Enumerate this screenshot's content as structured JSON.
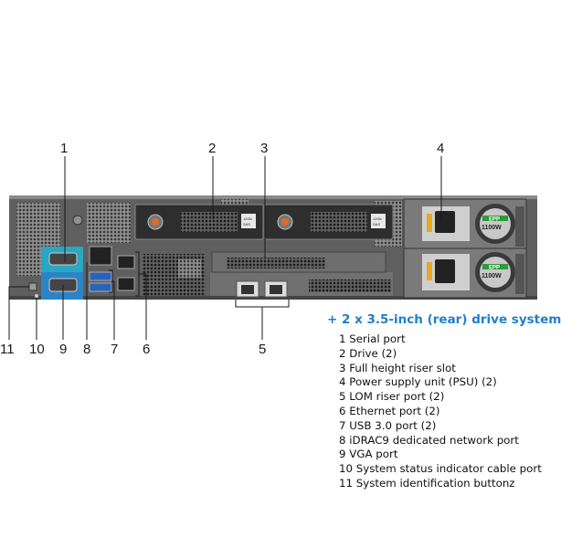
{
  "callouts": [
    "1",
    "2",
    "3",
    "4",
    "5",
    "6",
    "7",
    "8",
    "9",
    "10",
    "11"
  ],
  "heading": "+ 2 x 3.5-inch (rear) drive system",
  "legend": [
    "1 Serial port",
    "2 Drive (2)",
    "3 Full height riser slot",
    "4 Power supply unit (PSU) (2)",
    "5 LOM riser port (2)",
    "6 Ethernet port (2)",
    "7 USB 3.0 port (2)",
    "8 iDRAC9 dedicated network port",
    "9 VGA port",
    "10 System status indicator cable port",
    "11 System identification buttonz"
  ],
  "psu": {
    "badge": "EPP",
    "rating": "1100W"
  },
  "colors": {
    "heading": "#1e7fcb",
    "serial_port_bg": "#2aa7c2",
    "vga_port_bg": "#2b84c6",
    "chassis": "#5c5c5c"
  }
}
